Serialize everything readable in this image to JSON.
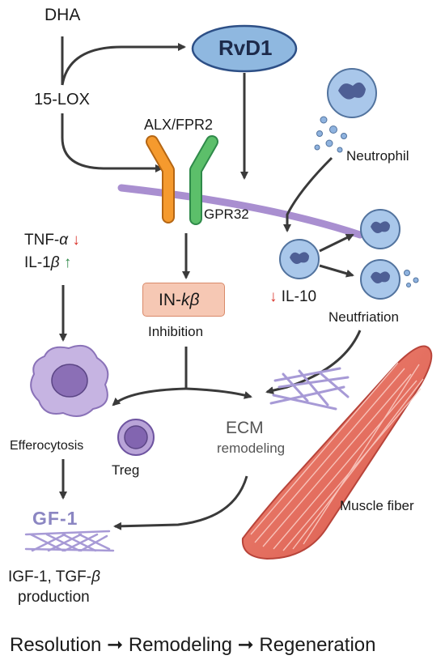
{
  "labels": {
    "dha": "DHA",
    "lox": "15-LOX",
    "rvd1": "RvD1",
    "alx": "ALX/FPR2",
    "gpr32": "GPR32",
    "neutrophil": "Neutrophil",
    "tnf": "TNF-",
    "tnf_sym": "α",
    "il1": "IL-1",
    "il1_sym": "β",
    "inkb_prefix": "IN-",
    "inkb_sym": "kβ",
    "inhibition": "Inhibition",
    "il10": "IL-10",
    "neutfriation": "Neutfriation",
    "efferocytosis": "Efferocytosis",
    "treg": "Treg",
    "ecm": "ECM",
    "remodeling": "remodeling",
    "gf1": "GF-1",
    "muscle": "Muscle fiber",
    "igf_line1_prefix": "IGF-1, TGF-",
    "igf_line1_sym": "β",
    "igf_line2": "production",
    "footer": "Resolution ➞ Remodeling ➞ Regeneration"
  },
  "indicators": {
    "tnf_arrow": "↓",
    "il1_arrow": "↑",
    "il10_arrow": "↓"
  },
  "colors": {
    "rvd1_fill": "#8fb8e0",
    "receptor_orange": "#f59a2e",
    "receptor_green": "#5cbf6a",
    "membrane": "#a98fd0",
    "cell_blue": "#9ec1e6",
    "macrophage": "#b9a4d8",
    "muscle": "#e8705f",
    "arrow": "#3a3a3a",
    "down_red": "#d9342b",
    "up_green": "#2f8a4a"
  }
}
